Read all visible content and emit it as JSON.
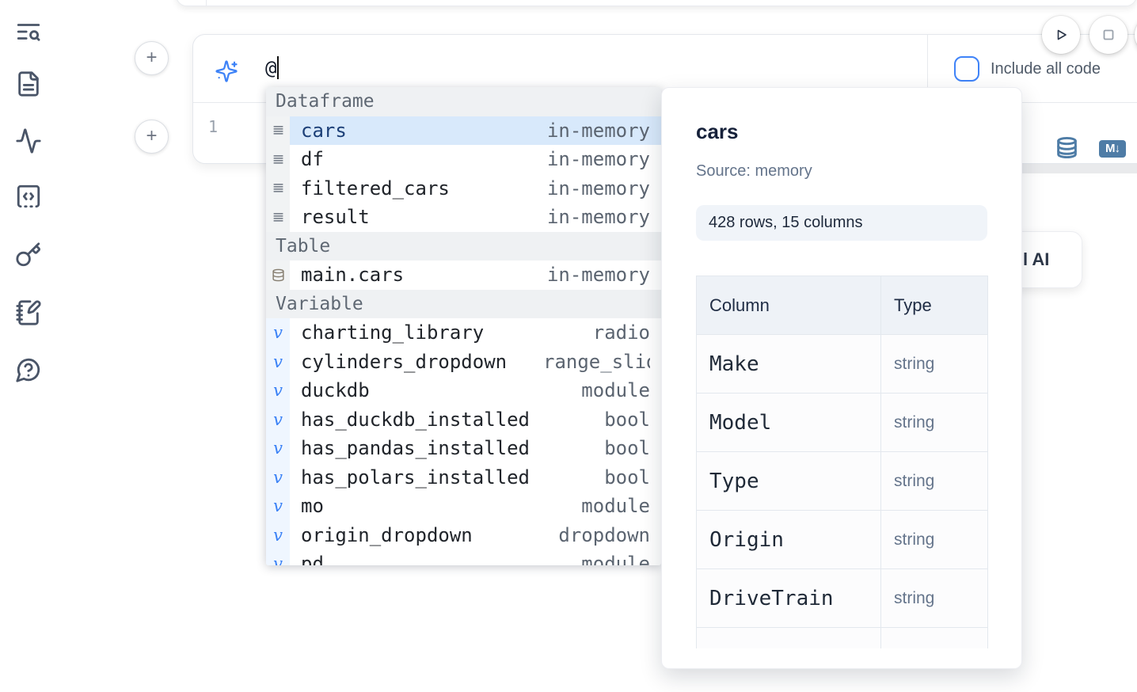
{
  "sidebar": {
    "items": [
      {
        "icon": "text-search-icon"
      },
      {
        "icon": "file-document-icon"
      },
      {
        "icon": "activity-icon"
      },
      {
        "icon": "code-snippet-icon"
      },
      {
        "icon": "key-icon"
      },
      {
        "icon": "notebook-pen-icon"
      },
      {
        "icon": "help-chat-icon"
      }
    ]
  },
  "toolbar": {
    "run_button": "play-icon",
    "stop_button": "stop-icon"
  },
  "ai_input": {
    "value": "@",
    "include_all_code_label": "Include all code",
    "checkbox_checked": false,
    "accent_color": "#3f83f8"
  },
  "cell": {
    "line_number": "1"
  },
  "completion": {
    "sections": [
      {
        "label": "Dataframe",
        "items": [
          {
            "icon": "dataframe-icon",
            "name": "cars",
            "detail": "in-memory",
            "selected": true
          },
          {
            "icon": "dataframe-icon",
            "name": "df",
            "detail": "in-memory"
          },
          {
            "icon": "dataframe-icon",
            "name": "filtered_cars",
            "detail": "in-memory"
          },
          {
            "icon": "dataframe-icon",
            "name": "result",
            "detail": "in-memory"
          }
        ]
      },
      {
        "label": "Table",
        "items": [
          {
            "icon": "database-icon",
            "name": "main.cars",
            "detail": "in-memory"
          }
        ]
      },
      {
        "label": "Variable",
        "items": [
          {
            "icon": "variable-icon",
            "name": "charting_library",
            "detail": "radio"
          },
          {
            "icon": "variable-icon",
            "name": "cylinders_dropdown",
            "detail": "range_slider",
            "detail_clipped": true
          },
          {
            "icon": "variable-icon",
            "name": "duckdb",
            "detail": "module"
          },
          {
            "icon": "variable-icon",
            "name": "has_duckdb_installed",
            "detail": "bool"
          },
          {
            "icon": "variable-icon",
            "name": "has_pandas_installed",
            "detail": "bool"
          },
          {
            "icon": "variable-icon",
            "name": "has_polars_installed",
            "detail": "bool"
          },
          {
            "icon": "variable-icon",
            "name": "mo",
            "detail": "module"
          },
          {
            "icon": "variable-icon",
            "name": "origin_dropdown",
            "detail": "dropdown"
          },
          {
            "icon": "variable-icon",
            "name": "pd",
            "detail": "module",
            "partial": true
          }
        ]
      }
    ]
  },
  "preview": {
    "title": "cars",
    "source": "Source: memory",
    "shape_badge": "428 rows, 15 columns",
    "table": {
      "headers": [
        "Column",
        "Type"
      ],
      "rows": [
        [
          "Make",
          "string"
        ],
        [
          "Model",
          "string"
        ],
        [
          "Type",
          "string"
        ],
        [
          "Origin",
          "string"
        ],
        [
          "DriveTrain",
          "string"
        ]
      ]
    }
  },
  "ai_button": {
    "visible_text": "l AI"
  },
  "colors": {
    "accent_blue": "#3b82f6",
    "selection_blue": "#d8e9fb",
    "steel_blue_icon": "#4e7ca6",
    "section_header_bg": "#eff1f3",
    "table_header_bg": "#eef2f7"
  }
}
